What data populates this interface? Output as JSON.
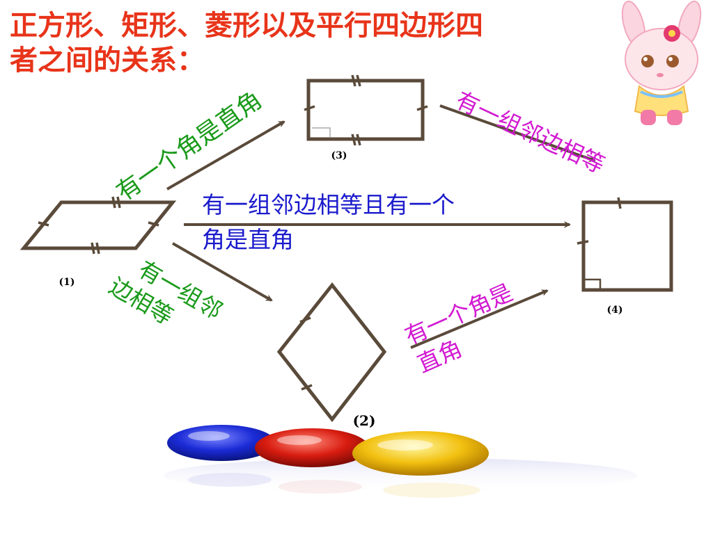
{
  "title": {
    "line1": "正方形、矩形、菱形以及平行四边形四",
    "line2": "者之间的关系："
  },
  "figures": {
    "parallelogram": "(1)",
    "rhombus": "(2)",
    "rectangle": "(3)",
    "square": "(4)"
  },
  "conditions": {
    "p_to_rect": "有一个角是直角",
    "p_to_square_line1": "有一组邻边相等且有一个",
    "p_to_square_line2": "角是直角",
    "p_to_rhombus_line1": "有一组邻",
    "p_to_rhombus_line2": "边相等",
    "rect_to_square": "有一组邻边相等",
    "rhombus_to_square_line1": "有一个角是",
    "rhombus_to_square_line2": "直角"
  },
  "colors": {
    "title": "#e8341a",
    "green": "#1a9a1a",
    "blue": "#1a1acc",
    "magenta": "#d21ad2"
  },
  "decorations": {
    "mascot": "bunny-mascot-icon",
    "marbles": "colored-marbles-icon"
  }
}
